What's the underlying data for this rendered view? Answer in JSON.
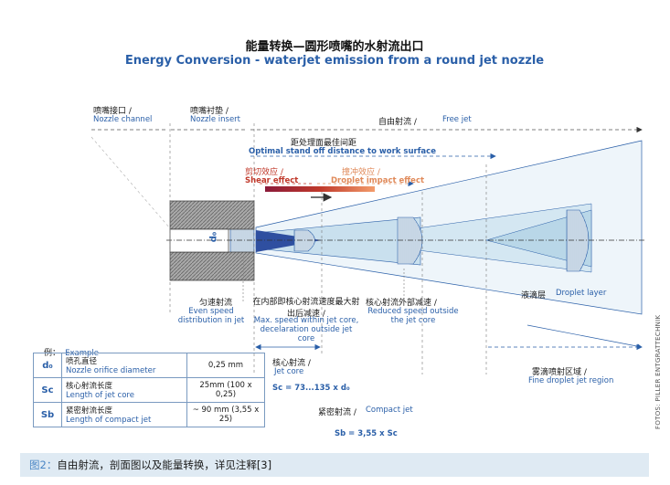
{
  "title_cn": "能量转换—圆形喷嘴的水射流出口",
  "title_en": "Energy Conversion - waterjet emission from a round jet nozzle",
  "nozzle_channel": {
    "cn": "喷嘴接口 /",
    "en": "Nozzle channel"
  },
  "nozzle_insert": {
    "cn": "喷嘴衬垫 /",
    "en": "Nozzle insert"
  },
  "free_jet": {
    "cn": "自由射流 /",
    "en": "Free jet"
  },
  "standoff": {
    "cn": "距处理面最佳间距",
    "en": "Optimal stand off distance to work surface"
  },
  "shear": {
    "cn": "剪切效应 /",
    "en": "Shear effect"
  },
  "droplet_impact": {
    "cn": "撞冲效应 /",
    "en": "Droplet impact effect"
  },
  "d0_label": "d₀",
  "even_speed": {
    "cn": "匀速射流",
    "en": "Even speed distribution in jet"
  },
  "max_speed": {
    "cn": "在内部即核心射流速度最大射出后减速 /",
    "en": "Max. speed within jet core, decelaration outside jet core"
  },
  "core_outside": {
    "cn": "核心射流外部减速 /",
    "en": "Reduced speed outside the jet core"
  },
  "droplet_layer": {
    "cn": "液滴层",
    "en": "Droplet layer"
  },
  "jet_core": {
    "cn": "核心射流 /",
    "en": "Jet core"
  },
  "sc_formula": "Sc = 73...135 x d₀",
  "fine_droplet": {
    "cn": "雾滴喷射区域 /",
    "en": "Fine droplet jet region"
  },
  "compact_jet": {
    "cn": "紧密射流 /",
    "en": "Compact jet"
  },
  "sb_formula": "Sb = 3,55 x Sc",
  "example": {
    "cn": "例：",
    "en": "Example"
  },
  "table_rows": [
    {
      "sym": "d₀",
      "cn": "喷孔直径",
      "en": "Nozzle orifice diameter",
      "val": "0,25 mm"
    },
    {
      "sym": "Sc",
      "cn": "核心射流长度",
      "en": "Length of jet core",
      "val": "25mm (100 x 0,25)"
    },
    {
      "sym": "Sb",
      "cn": "紧密射流长度",
      "en": "Length of compact jet",
      "val": "~ 90 mm (3,55 x 25)"
    }
  ],
  "credit": "FOTOS: PILLER ENTGRATTECHNIK",
  "caption_fig": "图2：",
  "caption_text": "自由射流，剖面图以及能量转换，详见注释[3]",
  "colors": {
    "blue_text": "#2a5fa8",
    "red_text": "#c0392b",
    "jet_fill": "#cfe3ef",
    "core_fill": "#2f4fa0",
    "caption_bg": "#dfeaf3"
  }
}
